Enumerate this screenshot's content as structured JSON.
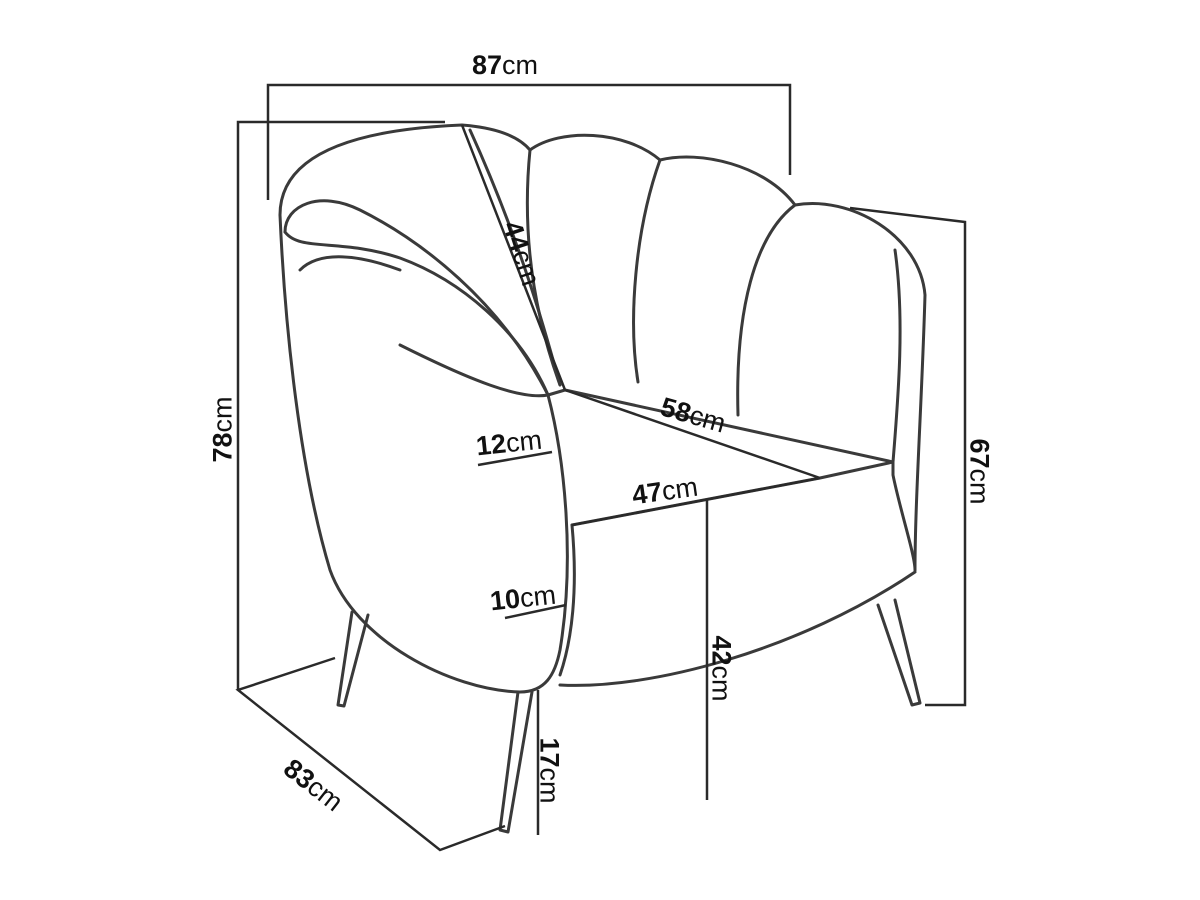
{
  "dimensions": {
    "width": {
      "value": "87",
      "unit": "cm"
    },
    "height": {
      "value": "78",
      "unit": "cm"
    },
    "arm_height": {
      "value": "67",
      "unit": "cm"
    },
    "depth": {
      "value": "83",
      "unit": "cm"
    },
    "backrest": {
      "value": "44",
      "unit": "cm"
    },
    "seat_width": {
      "value": "58",
      "unit": "cm"
    },
    "seat_depth": {
      "value": "47",
      "unit": "cm"
    },
    "arm_top": {
      "value": "12",
      "unit": "cm"
    },
    "arm_bottom": {
      "value": "10",
      "unit": "cm"
    },
    "seat_height": {
      "value": "42",
      "unit": "cm"
    },
    "leg_height": {
      "value": "17",
      "unit": "cm"
    }
  },
  "colors": {
    "line": "#3a3a3a",
    "text": "#111111"
  }
}
